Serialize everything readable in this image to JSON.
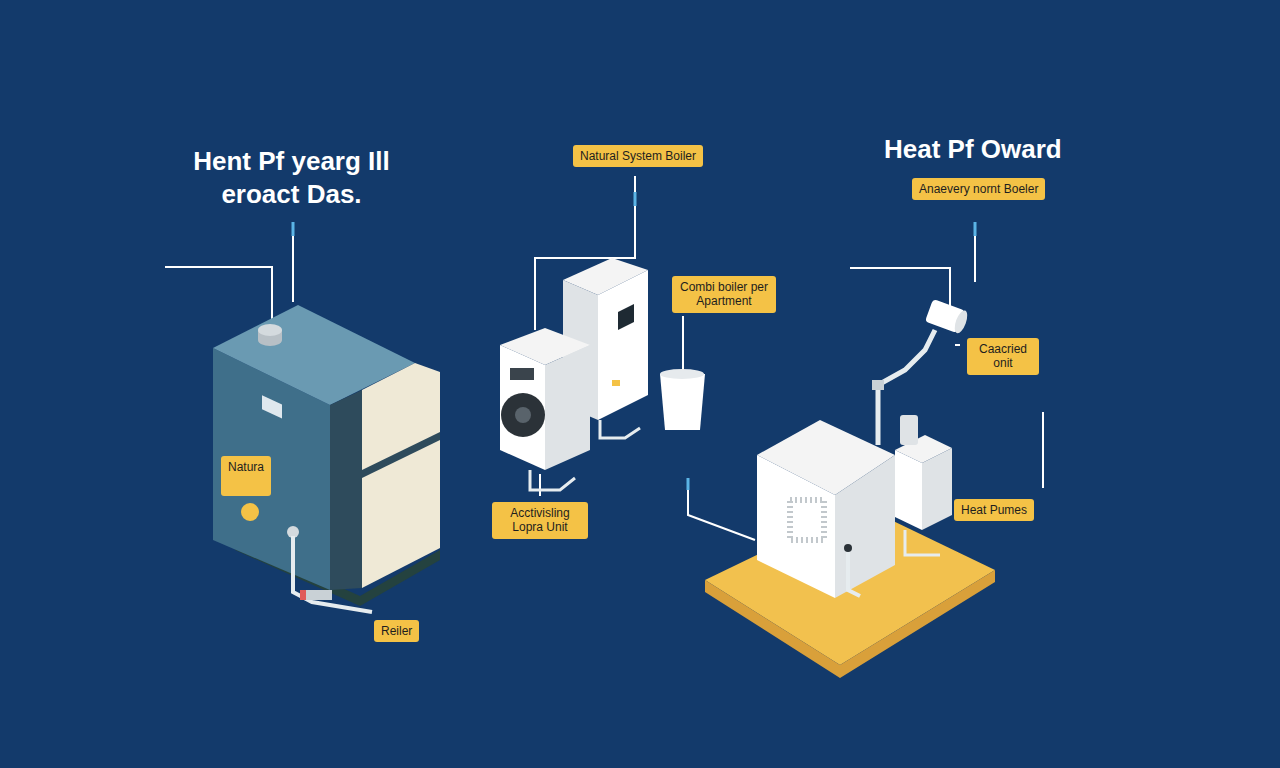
{
  "diagram": {
    "nodes": [
      {
        "text": [
          "Natural System Boiler"
        ]
      },
      {
        "text": [
          "Anaevery nornt Boeler"
        ]
      },
      {
        "text": [
          "Combi boiler per Apartment"
        ]
      },
      {
        "text": [
          "Caacried onit"
        ]
      },
      {
        "text": [
          "Natura"
        ]
      },
      {
        "text": [
          "Acctivisling Lopra Unit"
        ]
      },
      {
        "text": [
          "Heat Pumes"
        ]
      },
      {
        "text": [
          "Reiler"
        ]
      }
    ],
    "labels": [
      "Hent Pf yearg Ill eroact Das.",
      "Heat Pf Oward"
    ]
  }
}
